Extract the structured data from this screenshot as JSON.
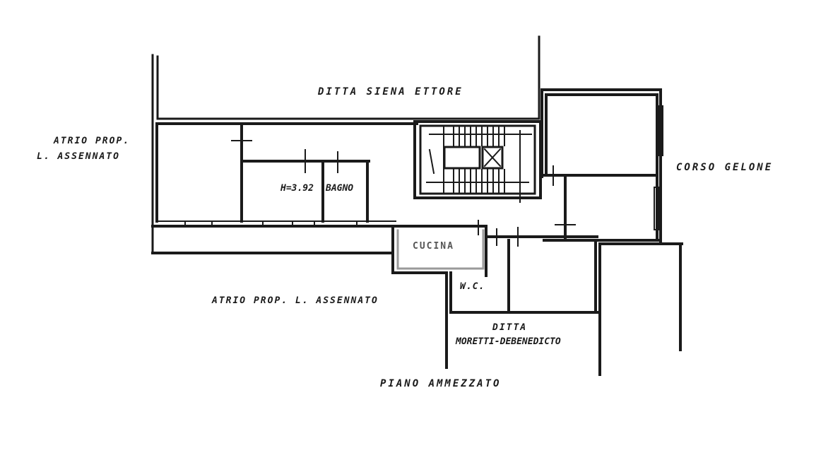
{
  "drawing": {
    "type": "floor-plan",
    "title": "PIANO AMMEZZATO",
    "colors": {
      "wall": "#1a1a1a",
      "paper": "#ffffff",
      "faded_wall": "#9a9a9a"
    }
  },
  "labels": {
    "neighbor_top": "DITTA SIENA ETTORE",
    "atrio_left_line1": "ATRIO PROP.",
    "atrio_left_line2": "L. ASSENNATO",
    "atrio_bottom": "ATRIO PROP. L. ASSENNATO",
    "street_right": "CORSO GELONE",
    "height_note": "H=3.92",
    "bathroom": "BAGNO",
    "kitchen": "CUCINA",
    "wc": "W.C.",
    "neighbor_bottom_line1": "DITTA",
    "neighbor_bottom_line2": "MORETTI-DEBENEDICTO",
    "floor_name": "PIANO AMMEZZATO"
  },
  "icons": {
    "staircase": "staircase-icon",
    "elevator": "elevator-shaft-icon"
  }
}
